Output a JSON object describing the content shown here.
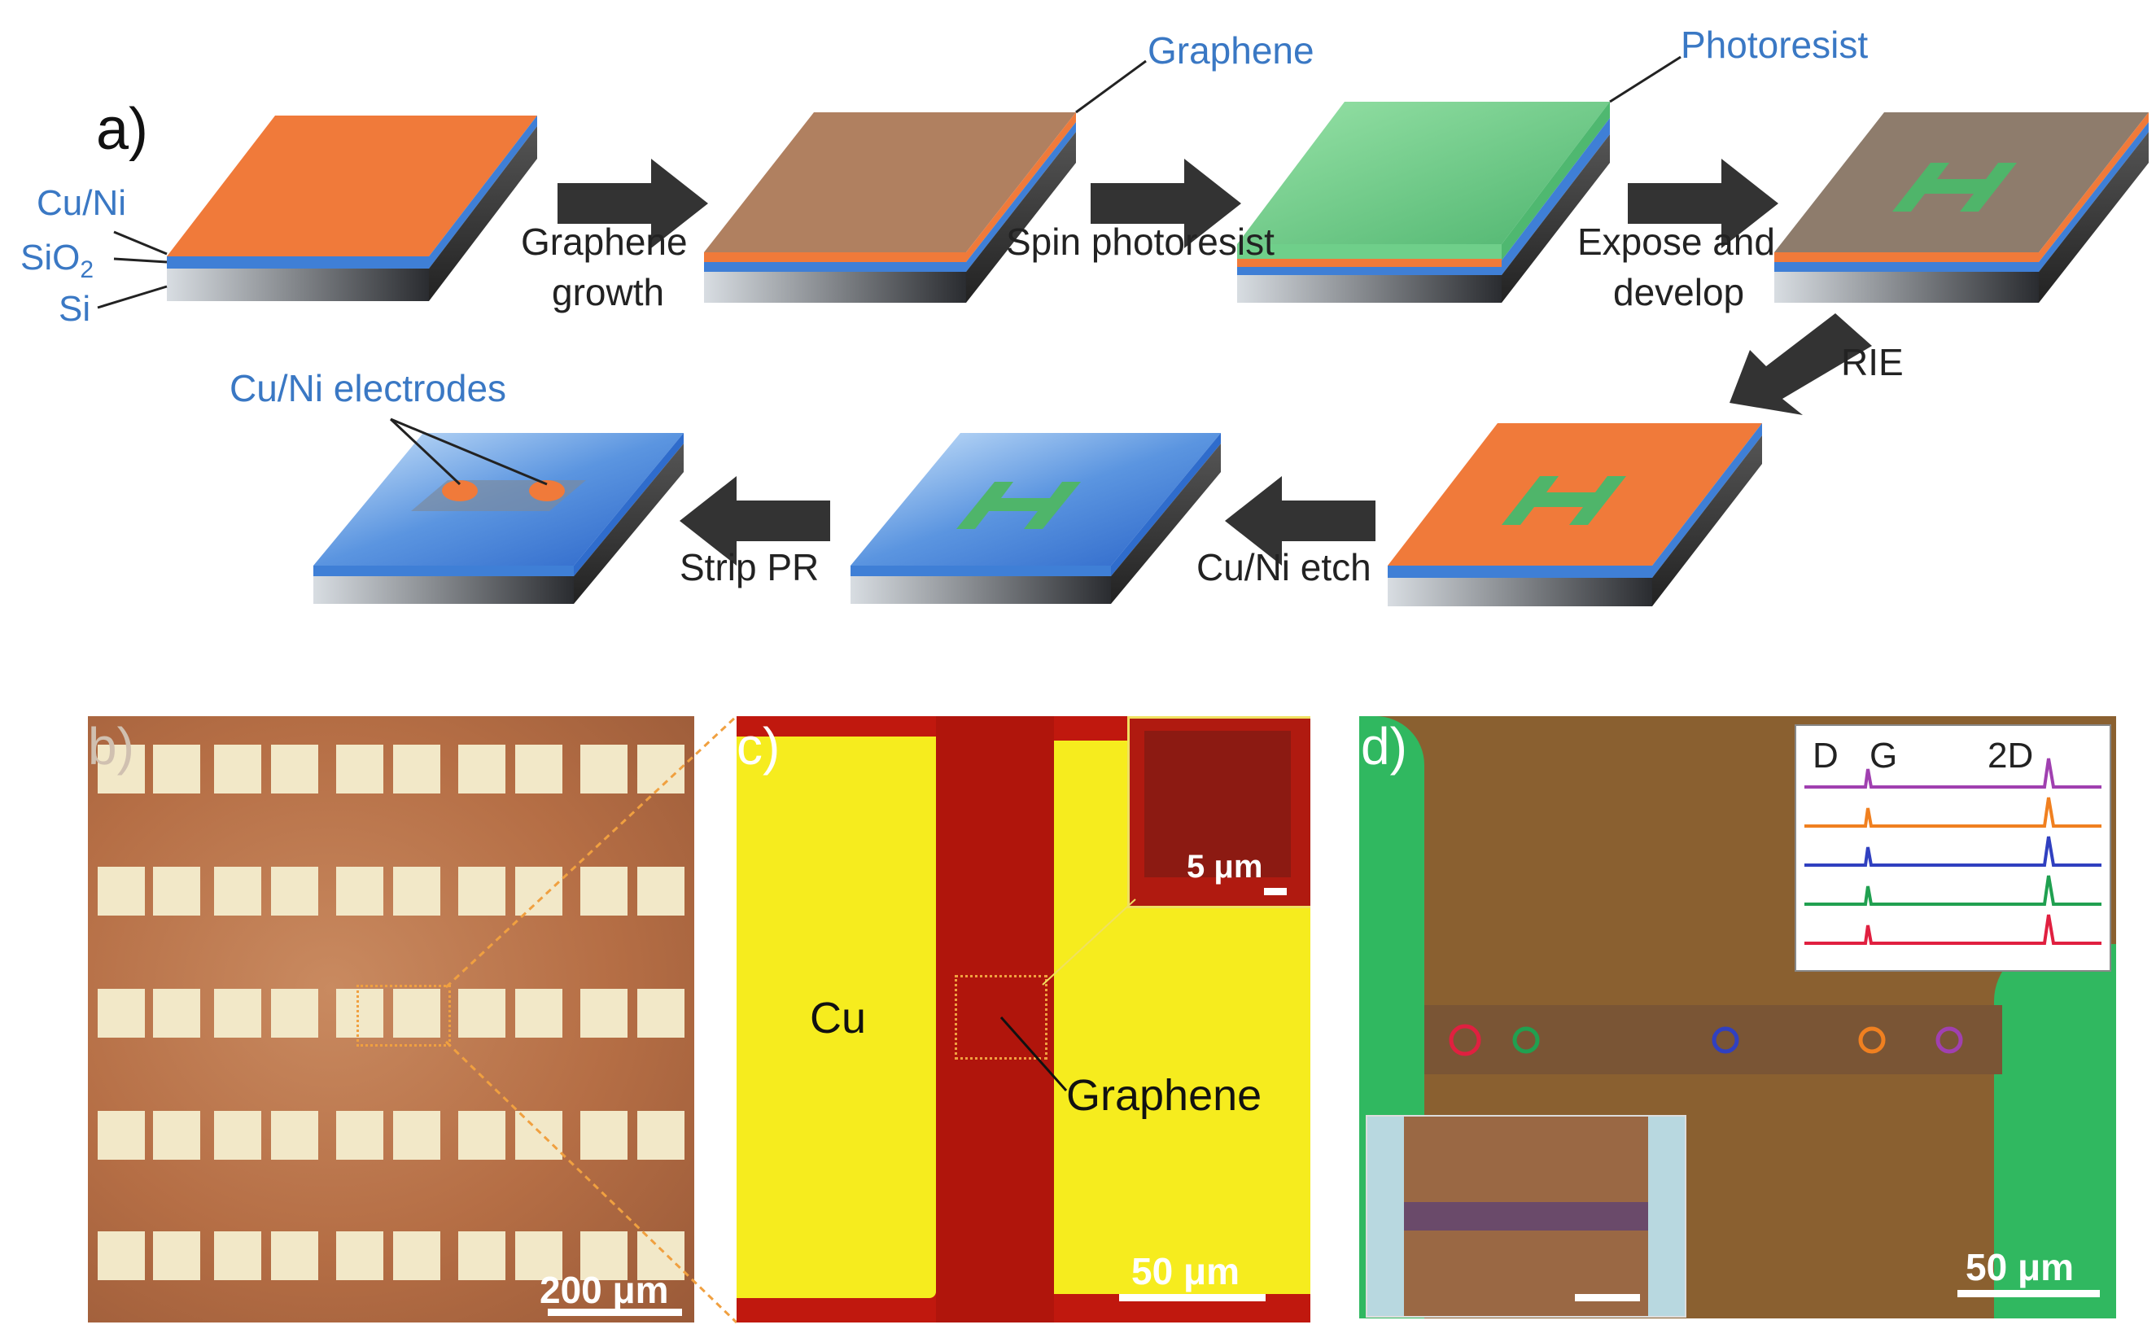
{
  "panel_a": {
    "letter": "a)",
    "layers": {
      "cuni": "Cu/Ni",
      "sio2_main": "SiO",
      "sio2_sub": "2",
      "si": "Si"
    },
    "callouts": {
      "graphene": "Graphene",
      "photoresist": "Photoresist",
      "electrodes": "Cu/Ni electrodes"
    },
    "steps": {
      "growth_line1": "Graphene",
      "growth_line2": "growth",
      "spin": "Spin photoresist",
      "expose_line1": "Expose and",
      "expose_line2": "develop",
      "rie": "RIE",
      "etch": "Cu/Ni etch",
      "strip": "Strip PR"
    }
  },
  "panel_b": {
    "letter": "b)",
    "scale": "200 μm"
  },
  "panel_c": {
    "letter": "c)",
    "cu_label": "Cu",
    "graphene_label": "Graphene",
    "inset_scale": "5 μm",
    "scale": "50 μm"
  },
  "panel_d": {
    "letter": "d)",
    "scale": "50 μm",
    "inset_peaks": {
      "d": "D",
      "g": "G",
      "two_d": "2D"
    },
    "spectra_colors": [
      "#a040b0",
      "#f08020",
      "#3040c0",
      "#20a050",
      "#e02040"
    ]
  },
  "colors": {
    "copper": "#f07a3a",
    "graphene_brown": "#b08060",
    "photoresist": "#5cc27a",
    "sio2_blue": "#3f7fd6",
    "cu_yellow": "#f8f020",
    "dark_red": "#c01a10"
  }
}
